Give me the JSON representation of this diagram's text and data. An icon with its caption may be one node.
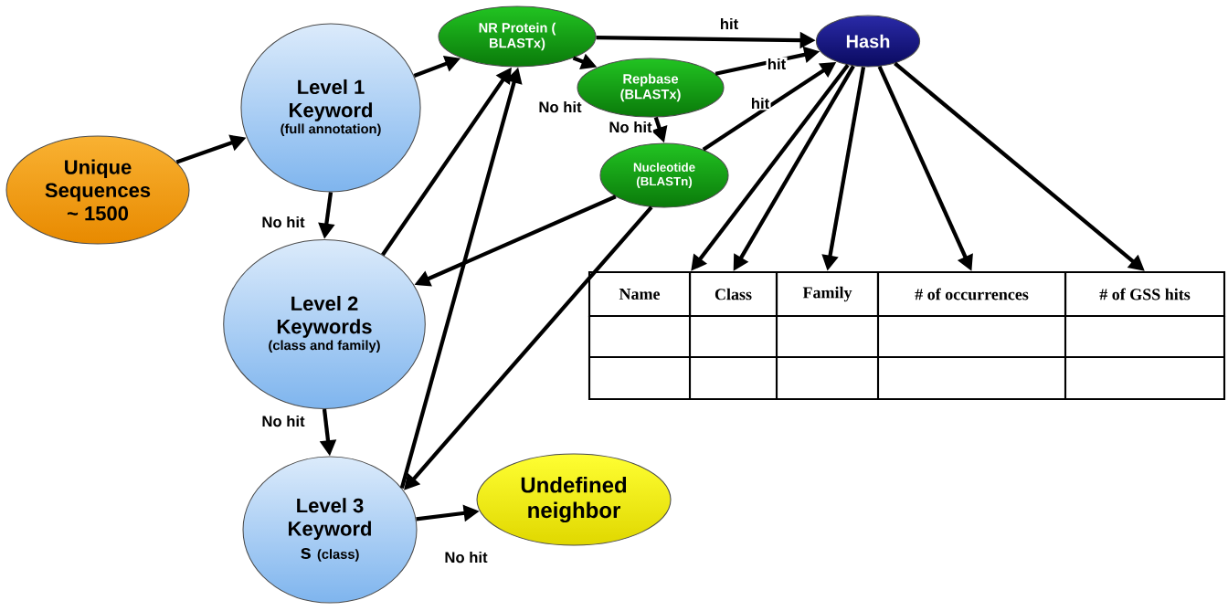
{
  "diagram": {
    "nodes": [
      {
        "text": [
          "Unique Sequences ~ 1500"
        ]
      },
      {
        "text": [
          "Level 1 Keyword",
          "(full annotation)"
        ]
      },
      {
        "text": [
          "Level 2 Keywords",
          "(class and family)"
        ]
      },
      {
        "text": [
          "Level 3 Keyword s",
          "(class)"
        ]
      },
      {
        "text": [
          "NR Protein ( BLASTx)"
        ]
      },
      {
        "text": [
          "Repbase (BLASTx)"
        ]
      },
      {
        "text": [
          "Nucleotide (BLASTn)"
        ]
      },
      {
        "text": [
          "Hash"
        ]
      },
      {
        "text": [
          "Undefined neighbor"
        ]
      },
      {
        "text": [
          "Name"
        ]
      },
      {
        "text": [
          "Class"
        ]
      },
      {
        "text": [
          "Family"
        ]
      },
      {
        "text": [
          "# of occurrences"
        ]
      },
      {
        "text": [
          "# of GSS hits"
        ]
      }
    ],
    "edges": [
      {
        "from": 0,
        "to": 1,
        "arrow": "to"
      },
      {
        "from": 1,
        "to": 4,
        "arrow": "to"
      },
      {
        "from": 1,
        "to": 2,
        "arrow": "to",
        "label": "No hit"
      },
      {
        "from": 2,
        "to": 4,
        "arrow": "to"
      },
      {
        "from": 2,
        "to": 3,
        "arrow": "to",
        "label": "No hit"
      },
      {
        "from": 3,
        "to": 4,
        "arrow": "to",
        "label": "No hit"
      },
      {
        "from": 4,
        "to": 5,
        "arrow": "to"
      },
      {
        "from": 4,
        "to": 7,
        "arrow": "to",
        "label": "hit"
      },
      {
        "from": 5,
        "to": 7,
        "arrow": "to",
        "label": "hit"
      },
      {
        "from": 5,
        "to": 6,
        "arrow": "to",
        "label": "No hit"
      },
      {
        "from": 6,
        "to": 7,
        "arrow": "to",
        "label": "hit"
      },
      {
        "from": 6,
        "to": 2,
        "arrow": "to"
      },
      {
        "from": 6,
        "to": 3,
        "arrow": "to"
      },
      {
        "from": 3,
        "to": 8,
        "arrow": "to",
        "label": "No hit"
      },
      {
        "from": 7,
        "to": 9,
        "arrow": "to"
      },
      {
        "from": 7,
        "to": 10,
        "arrow": "to"
      },
      {
        "from": 7,
        "to": 11,
        "arrow": "to"
      },
      {
        "from": 7,
        "to": 12,
        "arrow": "to"
      },
      {
        "from": 7,
        "to": 13,
        "arrow": "to"
      }
    ]
  }
}
